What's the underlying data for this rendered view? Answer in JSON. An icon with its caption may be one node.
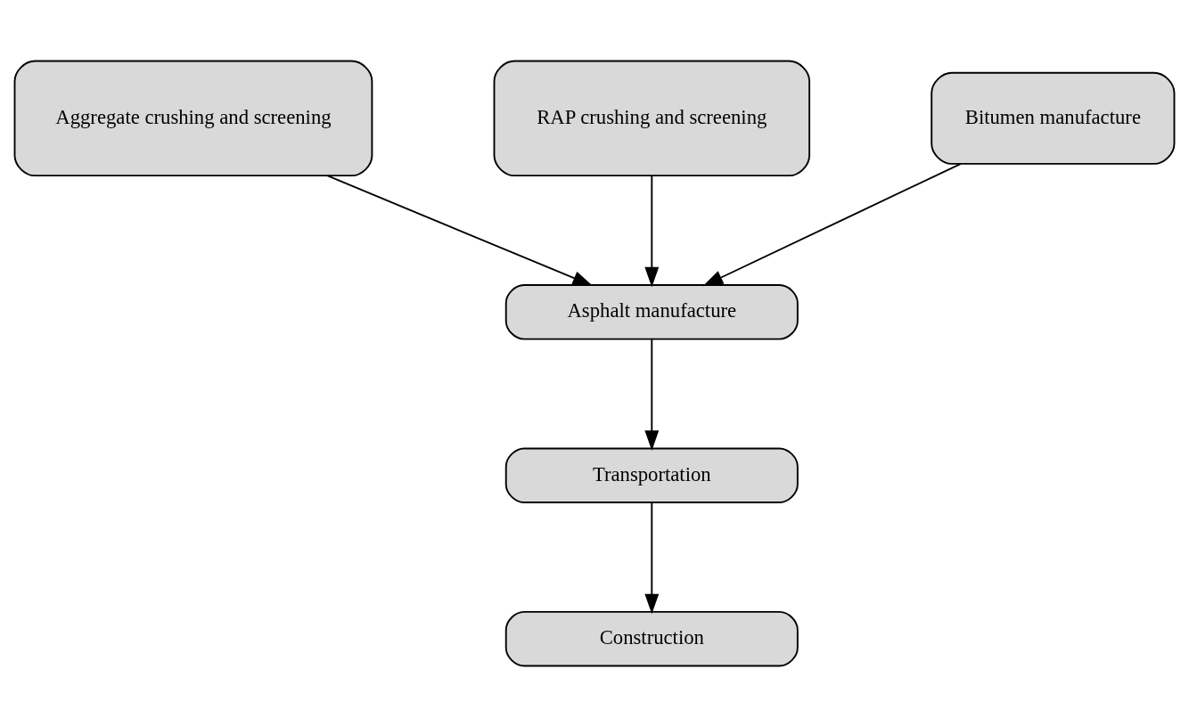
{
  "diagram": {
    "nodes": [
      {
        "text": [
          "Aggregate crushing and screening"
        ]
      },
      {
        "text": [
          "RAP crushing and screening"
        ]
      },
      {
        "text": [
          "Bitumen manufacture"
        ]
      },
      {
        "text": [
          "Asphalt manufacture"
        ]
      },
      {
        "text": [
          "Transportation"
        ]
      },
      {
        "text": [
          "Construction"
        ]
      }
    ],
    "edges": [
      {
        "from": 0,
        "to": 3,
        "arrow": "to"
      },
      {
        "from": 1,
        "to": 3,
        "arrow": "to"
      },
      {
        "from": 2,
        "to": 3,
        "arrow": "to"
      },
      {
        "from": 3,
        "to": 4,
        "arrow": "to"
      },
      {
        "from": 4,
        "to": 5,
        "arrow": "to"
      }
    ]
  }
}
